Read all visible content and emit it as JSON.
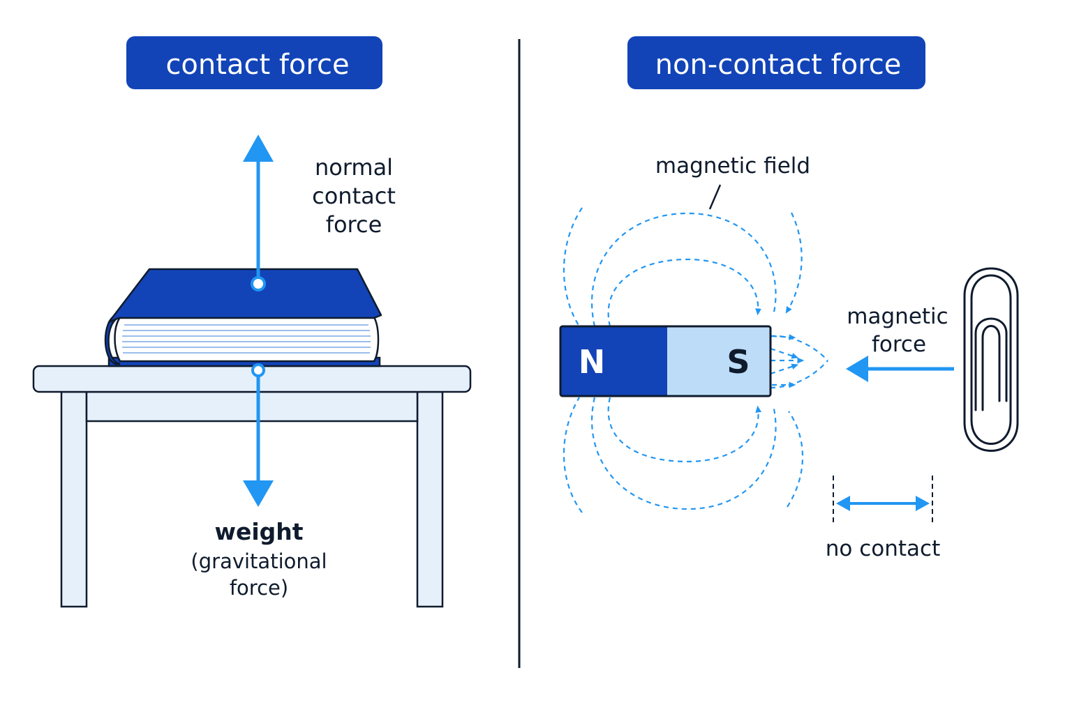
{
  "panels": {
    "contact": {
      "title": "contact force"
    },
    "non_contact": {
      "title": "non-contact force"
    }
  },
  "contact_labels": {
    "normal_force": [
      "normal",
      "contact",
      "force"
    ],
    "weight": "weight",
    "weight_note": [
      "(gravitational",
      "force)"
    ]
  },
  "magnet": {
    "north": "N",
    "south": "S"
  },
  "non_contact_labels": {
    "field": "magnetic field",
    "magnetic_force": [
      "magnetic",
      "force"
    ],
    "gap": "no contact"
  },
  "colors": {
    "title_bg": "#1244b8",
    "book_blue": "#1244b8",
    "arrow_blue": "#2196f3",
    "table_fill": "#e6f0fb",
    "south_fill": "#bcdcf8",
    "outline": "#0f1b2d"
  }
}
